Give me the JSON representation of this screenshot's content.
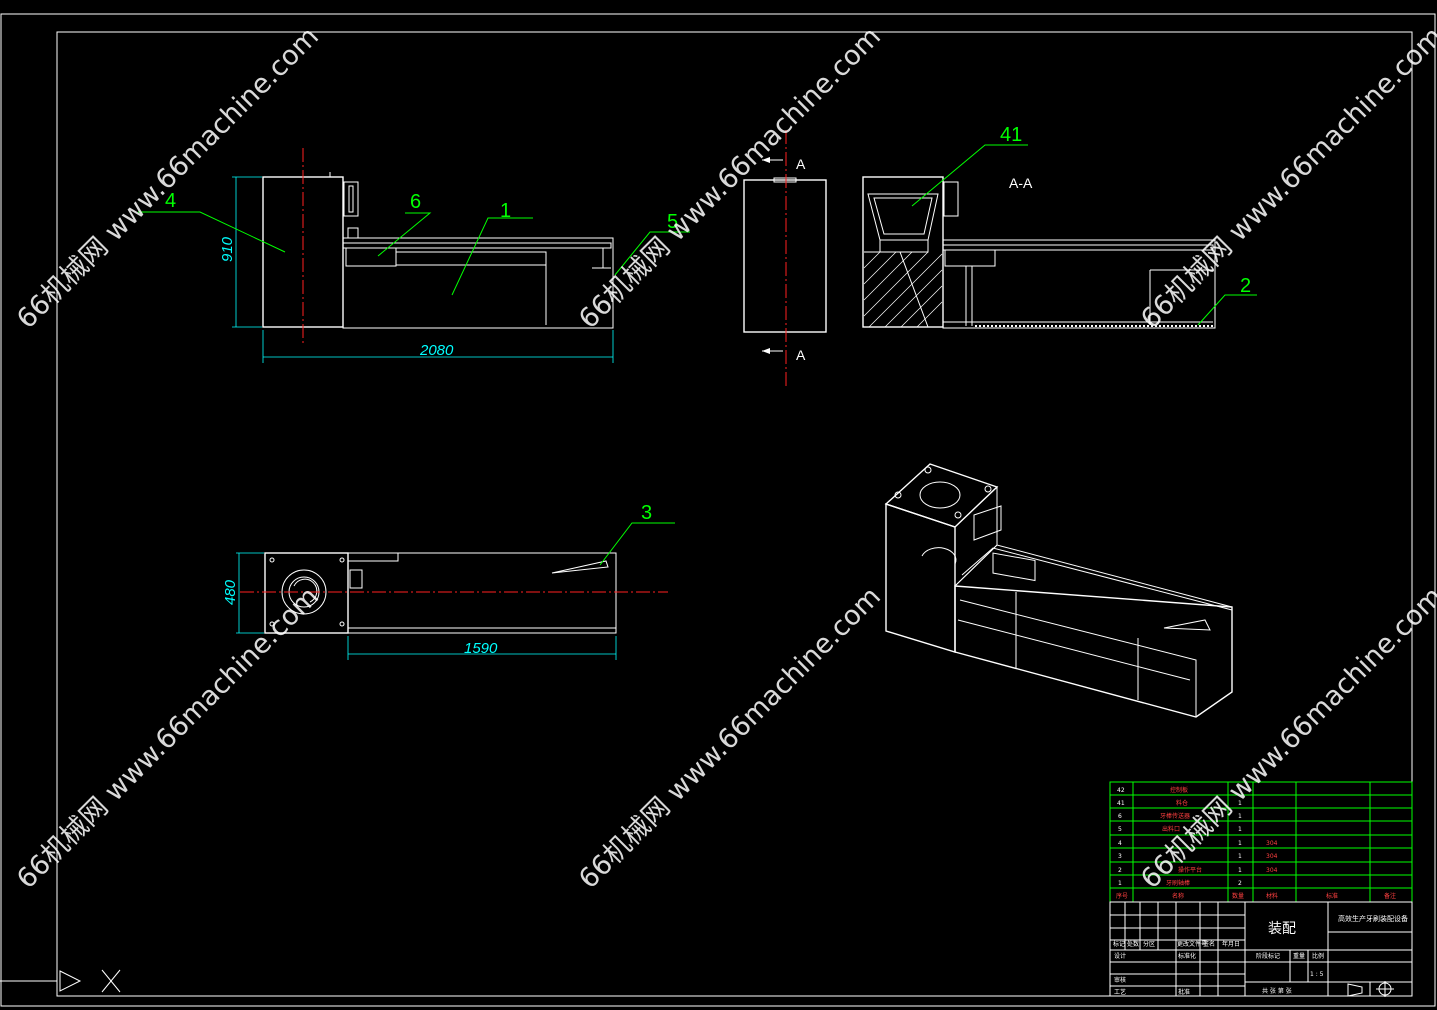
{
  "drawing": {
    "part_labels": [
      "4",
      "6",
      "1",
      "5",
      "41",
      "2",
      "3"
    ],
    "dimensions": {
      "height": "910",
      "length": "2080",
      "width": "480",
      "plan_length": "1590"
    },
    "section": {
      "marker_top": "A",
      "marker_bottom": "A",
      "title": "A-A"
    },
    "watermark": "66机械网 www.66machine.com"
  },
  "bom": {
    "rows": [
      {
        "no": "42",
        "name": "控制板",
        "qty": "",
        "material": ""
      },
      {
        "no": "41",
        "name": "料仓",
        "qty": "1",
        "material": ""
      },
      {
        "no": "6",
        "name": "牙棒传送器",
        "qty": "1",
        "material": ""
      },
      {
        "no": "5",
        "name": "出料口",
        "qty": "1",
        "material": ""
      },
      {
        "no": "4",
        "name": "",
        "qty": "1",
        "material": "304"
      },
      {
        "no": "3",
        "name": "",
        "qty": "1",
        "material": "304"
      },
      {
        "no": "2",
        "name": "操作平台",
        "qty": "1",
        "material": "304"
      },
      {
        "no": "1",
        "name": "牙刷轴棒",
        "qty": "2",
        "material": ""
      }
    ],
    "header": {
      "no": "序号",
      "name": "名称",
      "qty": "数量",
      "material": "材料",
      "std": "标准",
      "note": "备注"
    }
  },
  "title_block": {
    "drawing_name": "装配",
    "product_name": "高效生产牙刷装配设备",
    "scale": "1 : 5",
    "row_labels": [
      "标记",
      "处数",
      "分区",
      "更改文件号",
      "签名",
      "年月日"
    ],
    "sign_labels": [
      "设计",
      "审核",
      "工艺",
      "标准化",
      "批准"
    ],
    "stage_labels": [
      "阶段标记",
      "重量",
      "比例"
    ],
    "sheet": "共 张 第 张"
  }
}
